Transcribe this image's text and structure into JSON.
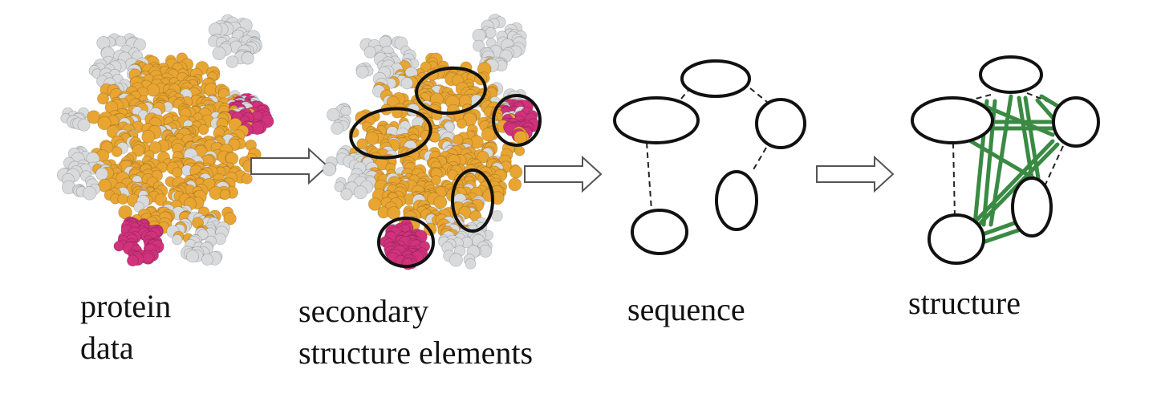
{
  "panels": [
    {
      "id": "protein-data",
      "label_lines": [
        "protein",
        "data"
      ]
    },
    {
      "id": "secondary-structure-elements",
      "label_lines": [
        "secondary",
        "structure elements"
      ]
    },
    {
      "id": "sequence",
      "label_lines": [
        "sequence"
      ]
    },
    {
      "id": "structure",
      "label_lines": [
        "structure"
      ]
    }
  ],
  "colors": {
    "atom_orange": "#e8a531",
    "atom_white": "#d8dadc",
    "atom_magenta": "#d0327b",
    "outline": "#111111",
    "structure_edge": "#3a8a44",
    "arrow": "#555555"
  },
  "icons": [
    "protein-atom-cluster",
    "right-hollow-arrow",
    "sse-ellipse-node"
  ]
}
